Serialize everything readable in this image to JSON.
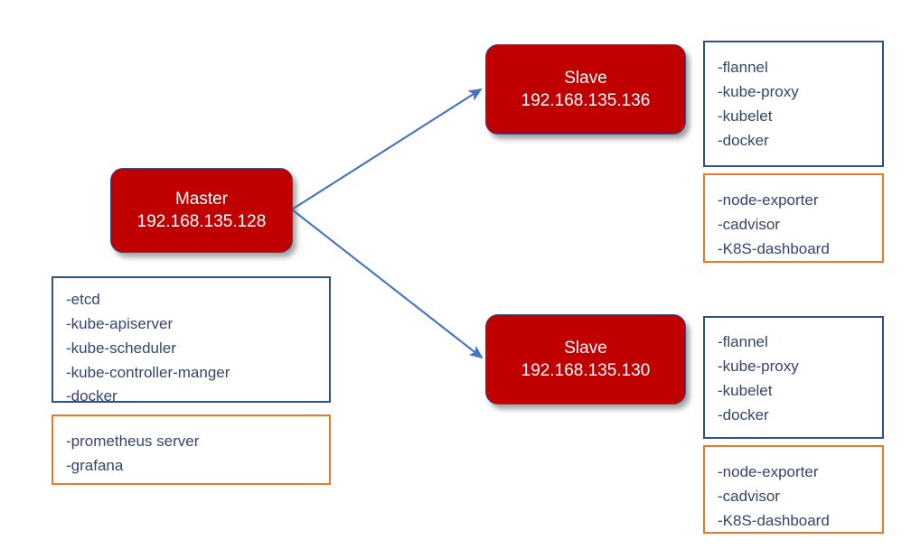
{
  "diagram": {
    "title": "Kubernetes cluster master-slave topology",
    "colors": {
      "node_fill": "#c00000",
      "node_border": "#31538f",
      "node_text": "#ffffff",
      "core_box_border": "#2e5186",
      "monitoring_box_border": "#e8792c",
      "list_text": "#33456b",
      "arrow": "#4472c4",
      "background": "#ffffff"
    },
    "nodes": [
      {
        "id": "master",
        "role": "Master",
        "ip": "192.168.135.128"
      },
      {
        "id": "slave_1",
        "role": "Slave",
        "ip": "192.168.135.136"
      },
      {
        "id": "slave_2",
        "role": "Slave",
        "ip": "192.168.135.130"
      }
    ],
    "component_boxes": {
      "master_core": {
        "style": "blue",
        "items": [
          "-etcd",
          "-kube-apiserver",
          "-kube-scheduler",
          "-kube-controller-manger",
          "-docker"
        ]
      },
      "master_monitoring": {
        "style": "orange",
        "items": [
          "-prometheus server",
          "-grafana"
        ]
      },
      "slave1_core": {
        "style": "blue",
        "items": [
          "-flannel",
          "-kube-proxy",
          "-kubelet",
          "-docker"
        ]
      },
      "slave1_monitoring": {
        "style": "orange",
        "items": [
          "-node-exporter",
          "-cadvisor",
          "-K8S-dashboard"
        ]
      },
      "slave2_core": {
        "style": "blue",
        "items": [
          "-flannel",
          "-kube-proxy",
          "-kubelet",
          "-docker"
        ]
      },
      "slave2_monitoring": {
        "style": "orange",
        "items": [
          "-node-exporter",
          "-cadvisor",
          "-K8S-dashboard"
        ]
      }
    },
    "connections": [
      {
        "id": "master-to-slave-1",
        "from": "master",
        "to": "slave_1"
      },
      {
        "id": "master-to-slave-2",
        "from": "master",
        "to": "slave_2"
      }
    ]
  }
}
